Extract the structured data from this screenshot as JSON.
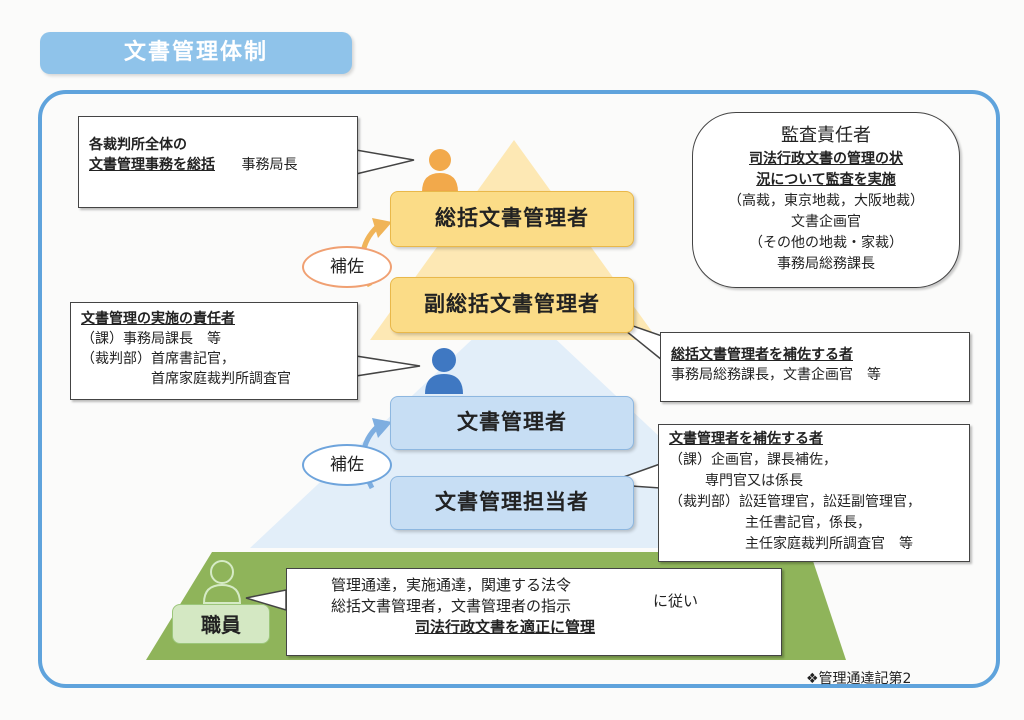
{
  "title": "文書管理体制",
  "roles": {
    "general": "総括文書管理者",
    "deputy": "副総括文書管理者",
    "manager": "文書管理者",
    "staff_in_charge": "文書管理担当者",
    "employee": "職員"
  },
  "assist_label_top": "補佐",
  "assist_label_bottom": "補佐",
  "callout_top_left": {
    "line1": "各裁判所全体の",
    "line2": "文書管理事務を総括",
    "person": "事務局長"
  },
  "callout_mid_left": {
    "heading": "文書管理の実施の責任者",
    "line1": "（課）事務局課長　等",
    "line2": "（裁判部）首席書記官，",
    "line3": "首席家庭裁判所調査官"
  },
  "audit": {
    "heading": "監査責任者",
    "line1": "司法行政文書の管理の状",
    "line2": "況について監査を実施",
    "line3": "（高裁，東京地裁，大阪地裁）",
    "line4": "文書企画官",
    "line5": "（その他の地裁・家裁）",
    "line6": "事務局総務課長"
  },
  "callout_right_1": {
    "heading": "総括文書管理者を補佐する者",
    "line1": "事務局総務課長，文書企画官　等"
  },
  "callout_right_2": {
    "heading": "文書管理者を補佐する者",
    "line1": "（課）企画官，課長補佐，",
    "line2": "専門官又は係長",
    "line3": "（裁判部）訟廷管理官，訟廷副管理官，",
    "line4": "主任書記官，係長，",
    "line5": "主任家庭裁判所調査官　等"
  },
  "staff_box": {
    "line1": "管理通達，実施通達，関連する法令",
    "line2": "総括文書管理者，文書管理者の指示",
    "line3": "司法行政文書を適正に管理",
    "follow": "に従い"
  },
  "footnote": "❖管理通達記第2",
  "colors": {
    "frame": "#5fa3dc",
    "title_bar": "#8fc3ea",
    "orange_pyramid": "#fde8b4",
    "blue_pyramid": "#e2eef9",
    "green_pyramid": "#8fb45a",
    "orange_person": "#f2a94b",
    "blue_person": "#3f78c2",
    "green_person": "#a8d08d"
  }
}
